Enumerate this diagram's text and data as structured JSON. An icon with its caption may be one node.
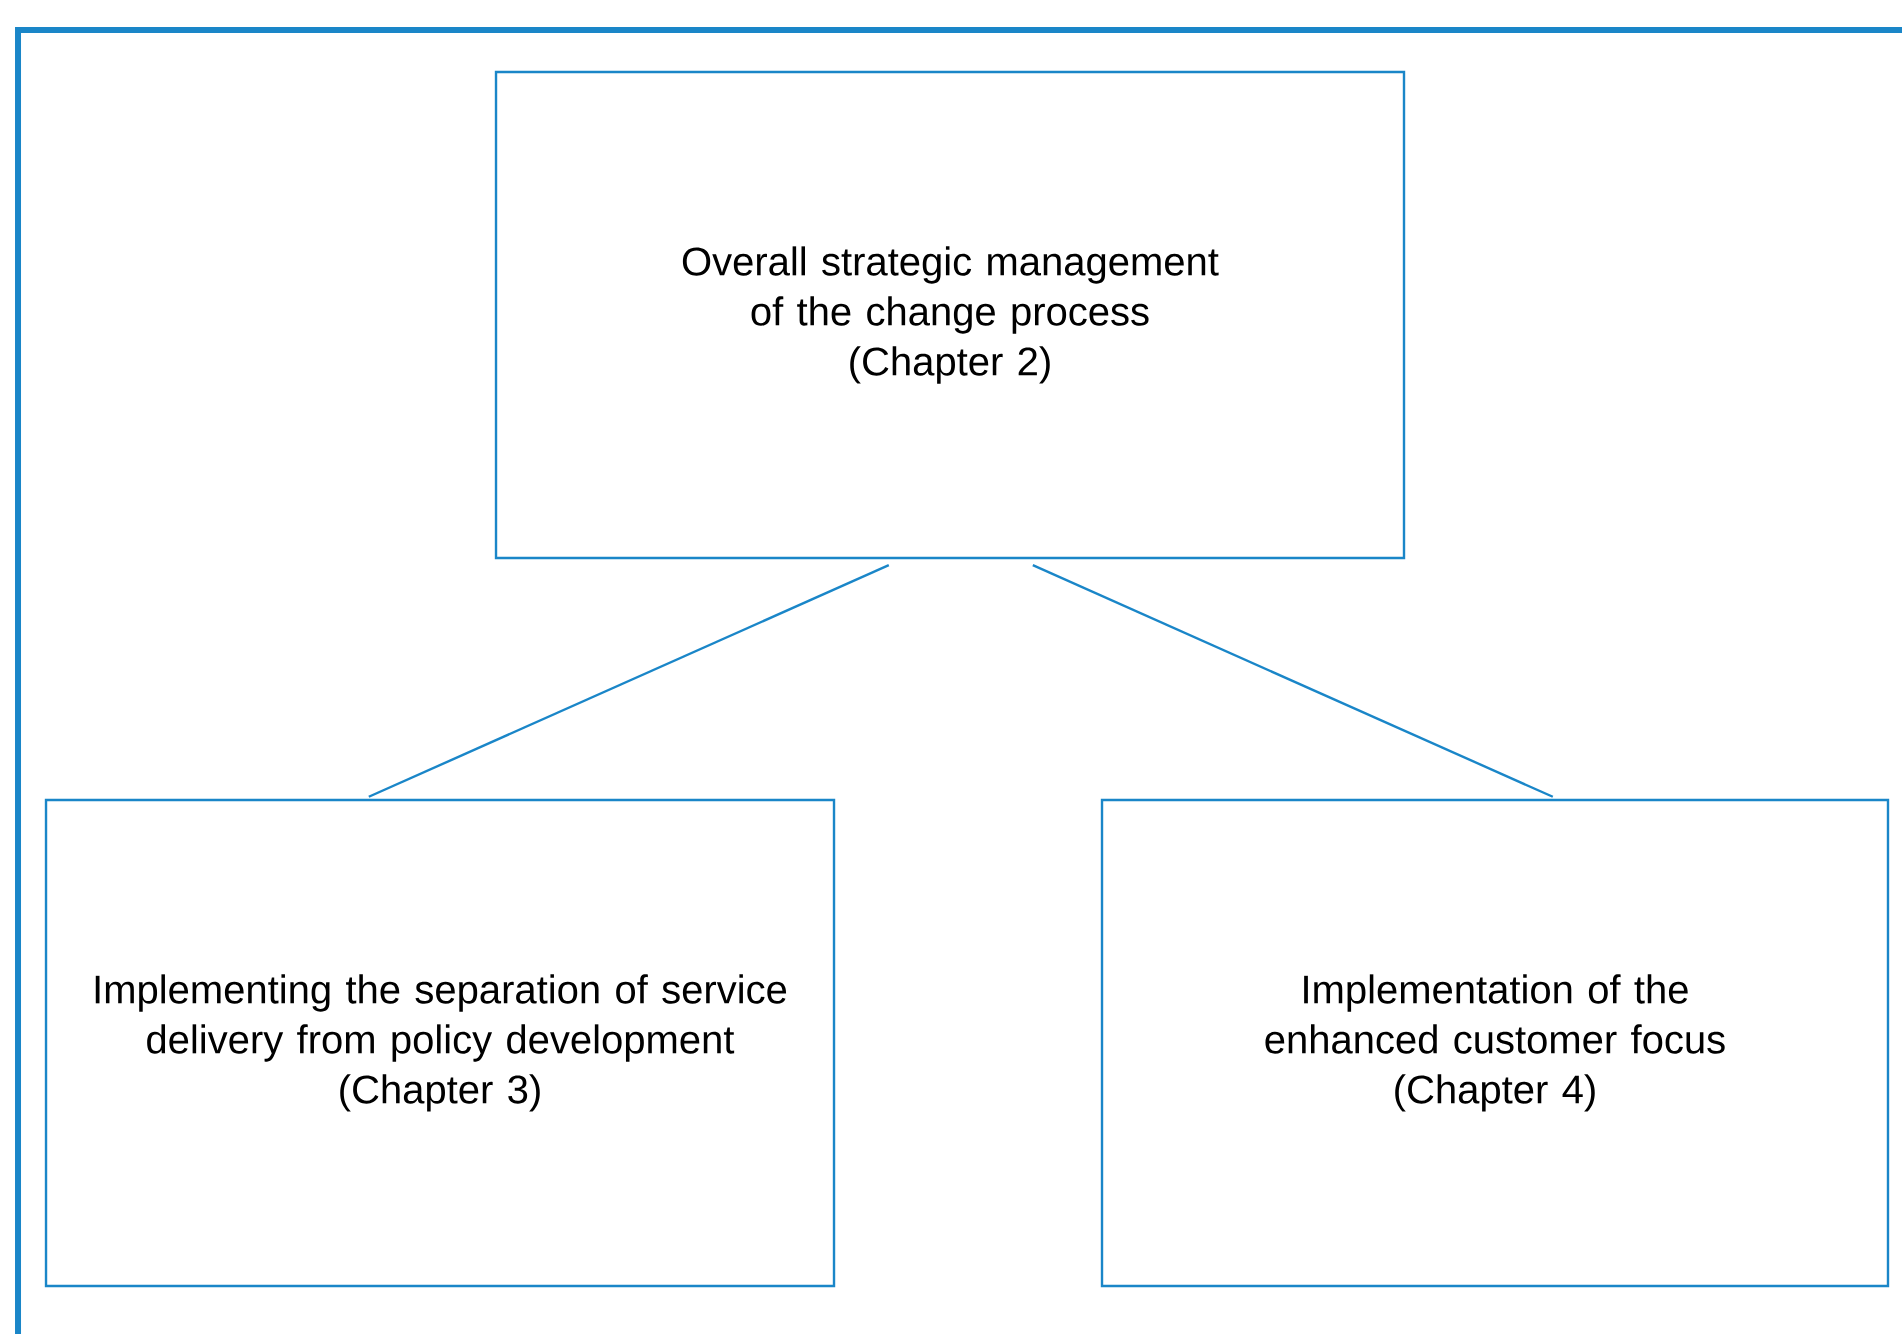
{
  "diagram": {
    "nodes": [
      {
        "text": [
          "Overall strategic management of the change process",
          "(Chapter 2)"
        ]
      },
      {
        "text": [
          "Implementing the separation of service delivery from policy development",
          "(Chapter 3)"
        ]
      },
      {
        "text": [
          "Implementation of the enhanced customer focus",
          "(Chapter 4)"
        ]
      }
    ],
    "edges": [
      {
        "from": 0,
        "to": 1,
        "arrow": "none"
      },
      {
        "from": 0,
        "to": 2,
        "arrow": "none"
      }
    ]
  }
}
